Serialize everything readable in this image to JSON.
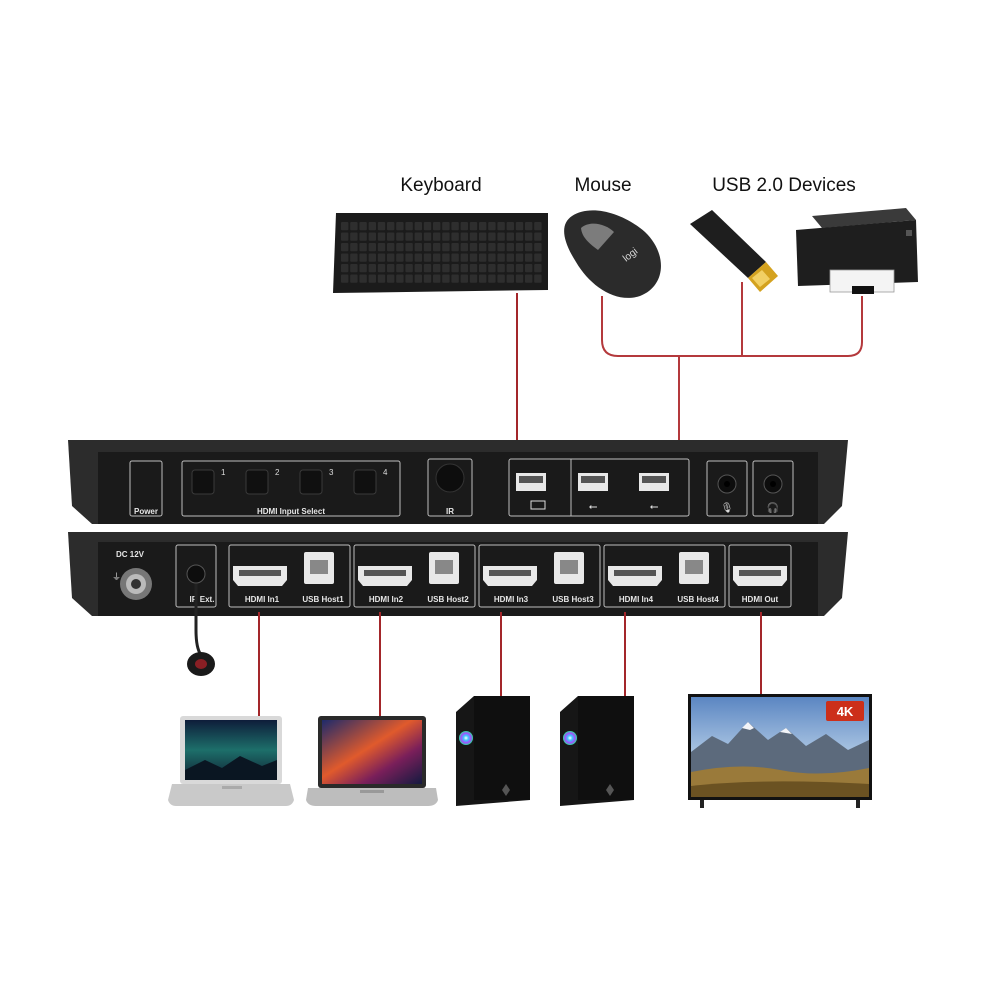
{
  "devices": {
    "keyboard": "Keyboard",
    "mouse": "Mouse",
    "usb_devices": "USB 2.0 Devices",
    "mouse_brand": "logi"
  },
  "front_panel": {
    "power": "Power",
    "hdmi_input_select": "HDMI Input Select",
    "buttons": [
      "1",
      "2",
      "3",
      "4"
    ],
    "ir": "IR"
  },
  "back_panel": {
    "dc": "DC 12V",
    "ir_ext": "IR Ext.",
    "ports": [
      {
        "hdmi": "HDMI In1",
        "usb": "USB Host1"
      },
      {
        "hdmi": "HDMI In2",
        "usb": "USB Host2"
      },
      {
        "hdmi": "HDMI In3",
        "usb": "USB Host3"
      },
      {
        "hdmi": "HDMI In4",
        "usb": "USB Host4"
      }
    ],
    "hdmi_out": "HDMI Out"
  },
  "tv_badge": "4K",
  "colors": {
    "wire": "#a3262a",
    "chassis": "#2a2a2a",
    "panel": "#1c1c1c",
    "port_outline": "#bdbdbd"
  }
}
